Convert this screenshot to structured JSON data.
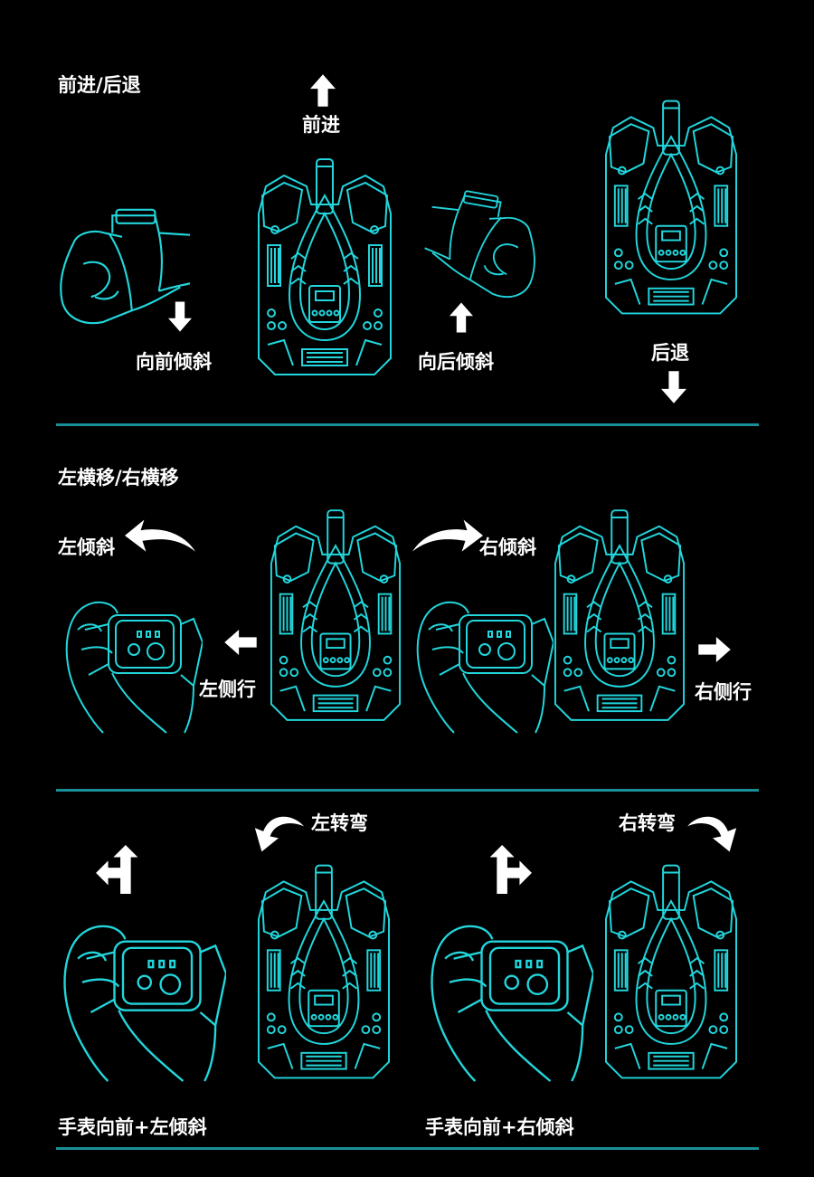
{
  "colors": {
    "background": "#000000",
    "accent": "#22d6dc",
    "divider": "#1a8f97",
    "text": "#ffffff"
  },
  "section1": {
    "heading": "前进/后退",
    "label_forward": "前进",
    "label_tilt_forward": "向前倾斜",
    "label_tilt_back": "向后倾斜",
    "label_backward": "后退"
  },
  "section2": {
    "heading": "左横移/右横移",
    "label_tilt_left": "左倾斜",
    "label_tilt_right": "右倾斜",
    "label_side_left": "左侧行",
    "label_side_right": "右侧行"
  },
  "section3": {
    "label_turn_left": "左转弯",
    "label_turn_right": "右转弯",
    "caption_left": "手表向前+左倾斜",
    "caption_right": "手表向前+右倾斜"
  },
  "icons": [
    "arrow-up-icon",
    "arrow-down-icon",
    "arrow-left-icon",
    "arrow-right-icon",
    "curved-arrow-left-icon",
    "curved-arrow-right-icon",
    "turn-left-arrow-icon",
    "turn-right-arrow-icon",
    "tank-icon",
    "wrist-watch-hand-icon"
  ]
}
